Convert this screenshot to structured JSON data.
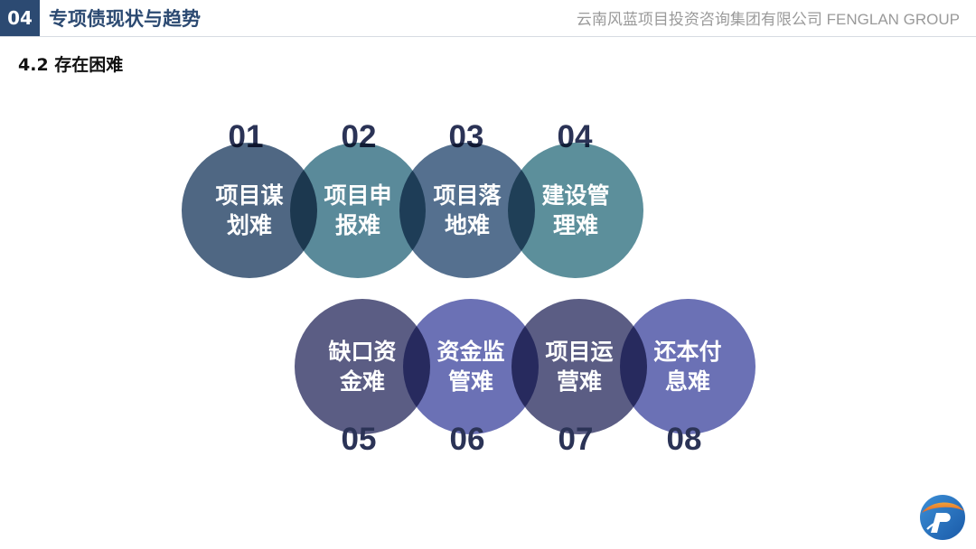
{
  "header": {
    "badge": "04",
    "title": "专项债现状与趋势",
    "company": "云南风蓝项目投资咨询集团有限公司 FENGLAN GROUP"
  },
  "section": {
    "title": "4.2 存在困难"
  },
  "items": [
    {
      "num": "01",
      "label": "项目谋划难",
      "color": "#4f6783"
    },
    {
      "num": "02",
      "label": "项目申报难",
      "color": "#5a8a9a"
    },
    {
      "num": "03",
      "label": "项目落地难",
      "color": "#55708f"
    },
    {
      "num": "04",
      "label": "建设管理难",
      "color": "#5c8f9b"
    },
    {
      "num": "05",
      "label": "缺口资金难",
      "color": "#5b5d84"
    },
    {
      "num": "06",
      "label": "资金监管难",
      "color": "#6b71b5"
    },
    {
      "num": "07",
      "label": "项目运营难",
      "color": "#5b5d84"
    },
    {
      "num": "08",
      "label": "还本付息难",
      "color": "#6b71b5"
    }
  ]
}
